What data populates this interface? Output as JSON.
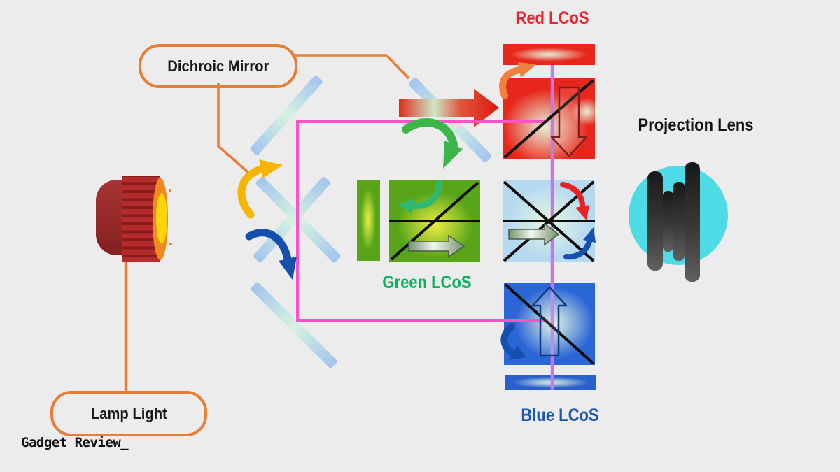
{
  "callouts": {
    "dichroic_mirror": "Dichroic Mirror",
    "lamp_light": "Lamp Light"
  },
  "labels": {
    "red_lcos": "Red LCoS",
    "green_lcos": "Green LCoS",
    "blue_lcos": "Blue LCoS",
    "projection_lens": "Projection Lens"
  },
  "branding": {
    "text": "Gadget Review_"
  },
  "colors": {
    "background": "#ececec",
    "callout_border": "#e87d35",
    "red_label": "#e8252e",
    "green_label": "#0db05c",
    "blue_label": "#1a56b4",
    "pink_light_path": "#ff52c8",
    "violet_output_path": "#c478ea",
    "mirror_blue": "#a3c4ef",
    "lens_teal": "#4ddce6",
    "yellow_arrow": "#f7b500",
    "deep_blue_arrow": "#1550ae",
    "green_arrow": "#3cb54a",
    "orange_arrow": "#ef8040",
    "red_cube": "#e8271c",
    "green_cube": "#58a51a",
    "blue_cube": "#2a66d6",
    "combiner_cube": "#b5d9f0"
  }
}
